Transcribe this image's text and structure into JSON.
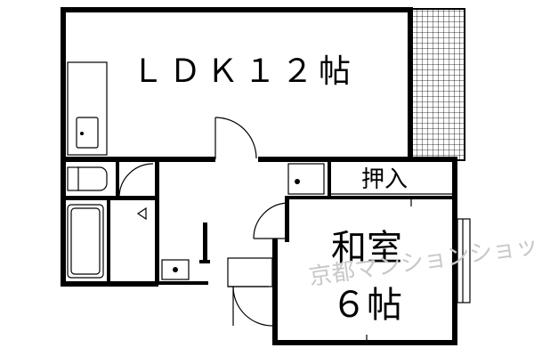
{
  "rooms": {
    "ldk": {
      "label": "ＬＤＫ１２帖"
    },
    "closet": {
      "label": "押入"
    },
    "washitsu": {
      "label_line1": "和室",
      "label_line2": "６帖"
    }
  },
  "watermark": {
    "text": "京都マンションショップ"
  },
  "colors": {
    "wall": "#000000",
    "background": "#ffffff",
    "watermark": "#c8c8c8"
  }
}
